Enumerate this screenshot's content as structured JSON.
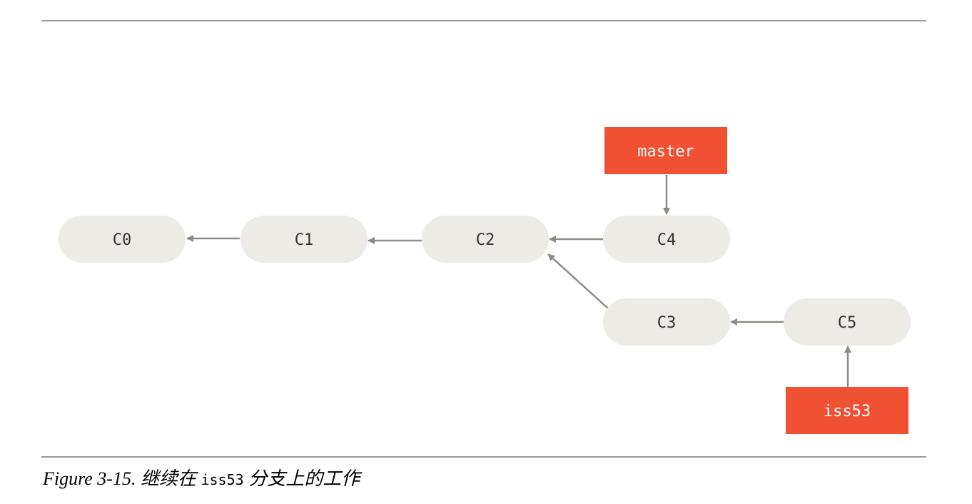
{
  "diagram": {
    "commits": [
      {
        "id": "C0",
        "label": "C0"
      },
      {
        "id": "C1",
        "label": "C1"
      },
      {
        "id": "C2",
        "label": "C2"
      },
      {
        "id": "C4",
        "label": "C4"
      },
      {
        "id": "C3",
        "label": "C3"
      },
      {
        "id": "C5",
        "label": "C5"
      }
    ],
    "edges": [
      {
        "from": "C1",
        "to": "C0"
      },
      {
        "from": "C2",
        "to": "C1"
      },
      {
        "from": "C4",
        "to": "C2"
      },
      {
        "from": "C3",
        "to": "C2"
      },
      {
        "from": "C5",
        "to": "C3"
      }
    ],
    "branches": [
      {
        "label": "master",
        "points_to": "C4"
      },
      {
        "label": "iss53",
        "points_to": "C5"
      }
    ],
    "colors": {
      "commit": "#ecebe6",
      "branch": "#f05133",
      "arrow": "#8f8b84"
    }
  },
  "caption": {
    "prefix": "Figure 3-15. 继续在 ",
    "code": "iss53",
    "suffix": " 分支上的工作"
  }
}
